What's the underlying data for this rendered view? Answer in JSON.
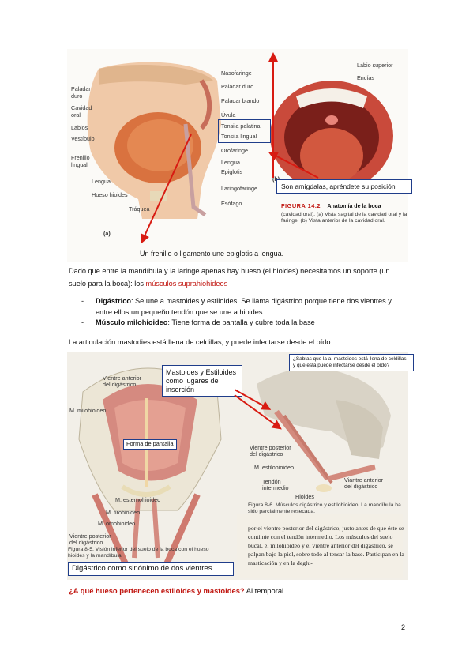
{
  "figure1": {
    "labels_left": [
      "Paladar",
      "duro",
      "Cavidad",
      "oral",
      "Labios",
      "Vestíbulo",
      "Frenillo",
      "lingual",
      "Lengua",
      "Hueso hioides",
      "Tráquea"
    ],
    "labels_right": [
      "Nasofaringe",
      "Paladar duro",
      "Paladar blando",
      "Úvula",
      "Tonsila palatina",
      "Tonsila lingual",
      "Orofaringe",
      "Lengua",
      "Epiglotis",
      "Laringofaringe",
      "Esófago"
    ],
    "labels_mouth": [
      "Labio superior",
      "Encías"
    ],
    "panel_a": "(a)",
    "panel_b": "(b)",
    "caption_title": "FIGURA 14.2",
    "caption_head": "Anatomía de la boca",
    "caption_text": "(cavidad oral). (a) Vista sagital de la cavidad oral y la faringe. (b) Vista anterior de la cavidad oral.",
    "annot_tonsils": "Son amígdalas, apréndete su posición",
    "annot_frenillo": "Un frenillo o ligamento une epiglotis a lengua."
  },
  "body": {
    "para1_a": "Dado que entre la mandíbula y la laringe apenas hay hueso (el hioides) necesitamos un soporte (un suelo para la boca): los ",
    "para1_b": "músculos suprahiohideos",
    "bullet1_term": "Digástrico",
    "bullet1_text": ": Se une a mastoides y estiloides. Se llama digástrico porque tiene dos vientres y entre ellos un pequeño tendón que se une a hioides",
    "bullet2_term": "Músculo milohioideo",
    "bullet2_text": ": Tiene forma de pantalla y cubre toda la base",
    "para2": "La articulación mastodies está llena de celdillas, y puede infectarse desde el oído"
  },
  "figure2": {
    "labels_left": [
      "Vientre anterior",
      "del digástrico",
      "M. milohioideo",
      "M. esternohioideo",
      "M. tirohioideo",
      "M. omohioideo",
      "Vientre posterior",
      "del digástrico"
    ],
    "annot_forma": "Forma de pantalla",
    "annot_mastoides": "Mastoides y Estiloides como lugares de inserción",
    "annot_digastrico": "Digástrico como sinónimo de dos vientres",
    "caption_left": "Figura 8-5. Visión inferior del suelo de la boca con el hueso hioides y la mandíbula.",
    "question_box": "¿Sabías que la a. mastoides está llena de celdillas, y que esta puede infectarse desde el oído?",
    "labels_right": [
      "Vientre posterior",
      "del digástrico",
      "M. estilohioideo",
      "Tendón",
      "intermedio",
      "Hioides",
      "Viantre anterior",
      "del digástrico"
    ],
    "caption_right": "Figura 8-6. Músculos digástrico y estilohioideo. La mandíbula ha sido parcialmente resecada.",
    "book_text": "por el vientre posterior del digástrico, justo antes de que éste se continúe con el tendón intermedio. Los músculos del suelo bucal, el milohioideo y el vientre anterior del digástrico, se palpan bajo la piel, sobre todo al tensar la base. Participan en la masticación y en la deglu-"
  },
  "question": {
    "q": "¿A qué hueso pertenecen estiloides y mastoides?",
    "a": " Al temporal"
  },
  "page_number": "2",
  "colors": {
    "accent_red": "#c0150f",
    "annot_blue": "#1f3d8a"
  }
}
